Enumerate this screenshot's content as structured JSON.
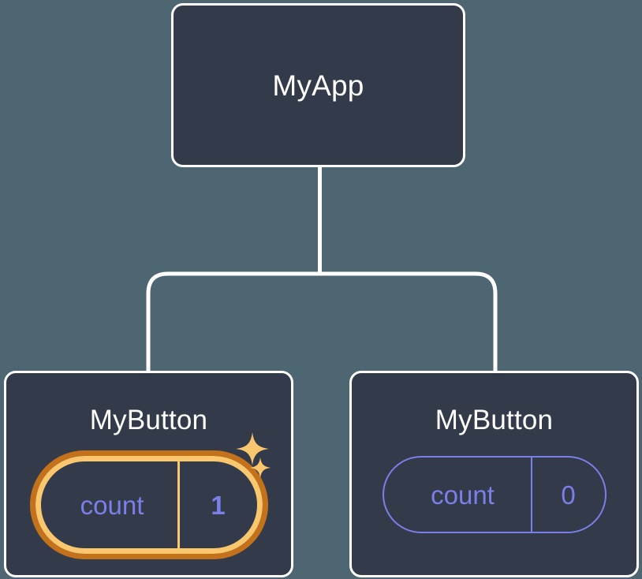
{
  "diagram": {
    "type": "component-tree",
    "background_color": "#4d6671",
    "node_fill_color": "#333a49",
    "node_border_color": "#ffffff",
    "connector_color": "#ffffff",
    "accent_highlight_color": "#fac76e",
    "accent_highlight_outer_color": "#c4711b",
    "state_text_color": "#7b7fe8"
  },
  "root": {
    "title": "MyApp"
  },
  "children": [
    {
      "title": "MyButton",
      "state": {
        "key": "count",
        "value": "1"
      },
      "highlighted": true,
      "sparkles": [
        {
          "name": "sparkle-large"
        },
        {
          "name": "sparkle-small"
        }
      ]
    },
    {
      "title": "MyButton",
      "state": {
        "key": "count",
        "value": "0"
      },
      "highlighted": false
    }
  ]
}
